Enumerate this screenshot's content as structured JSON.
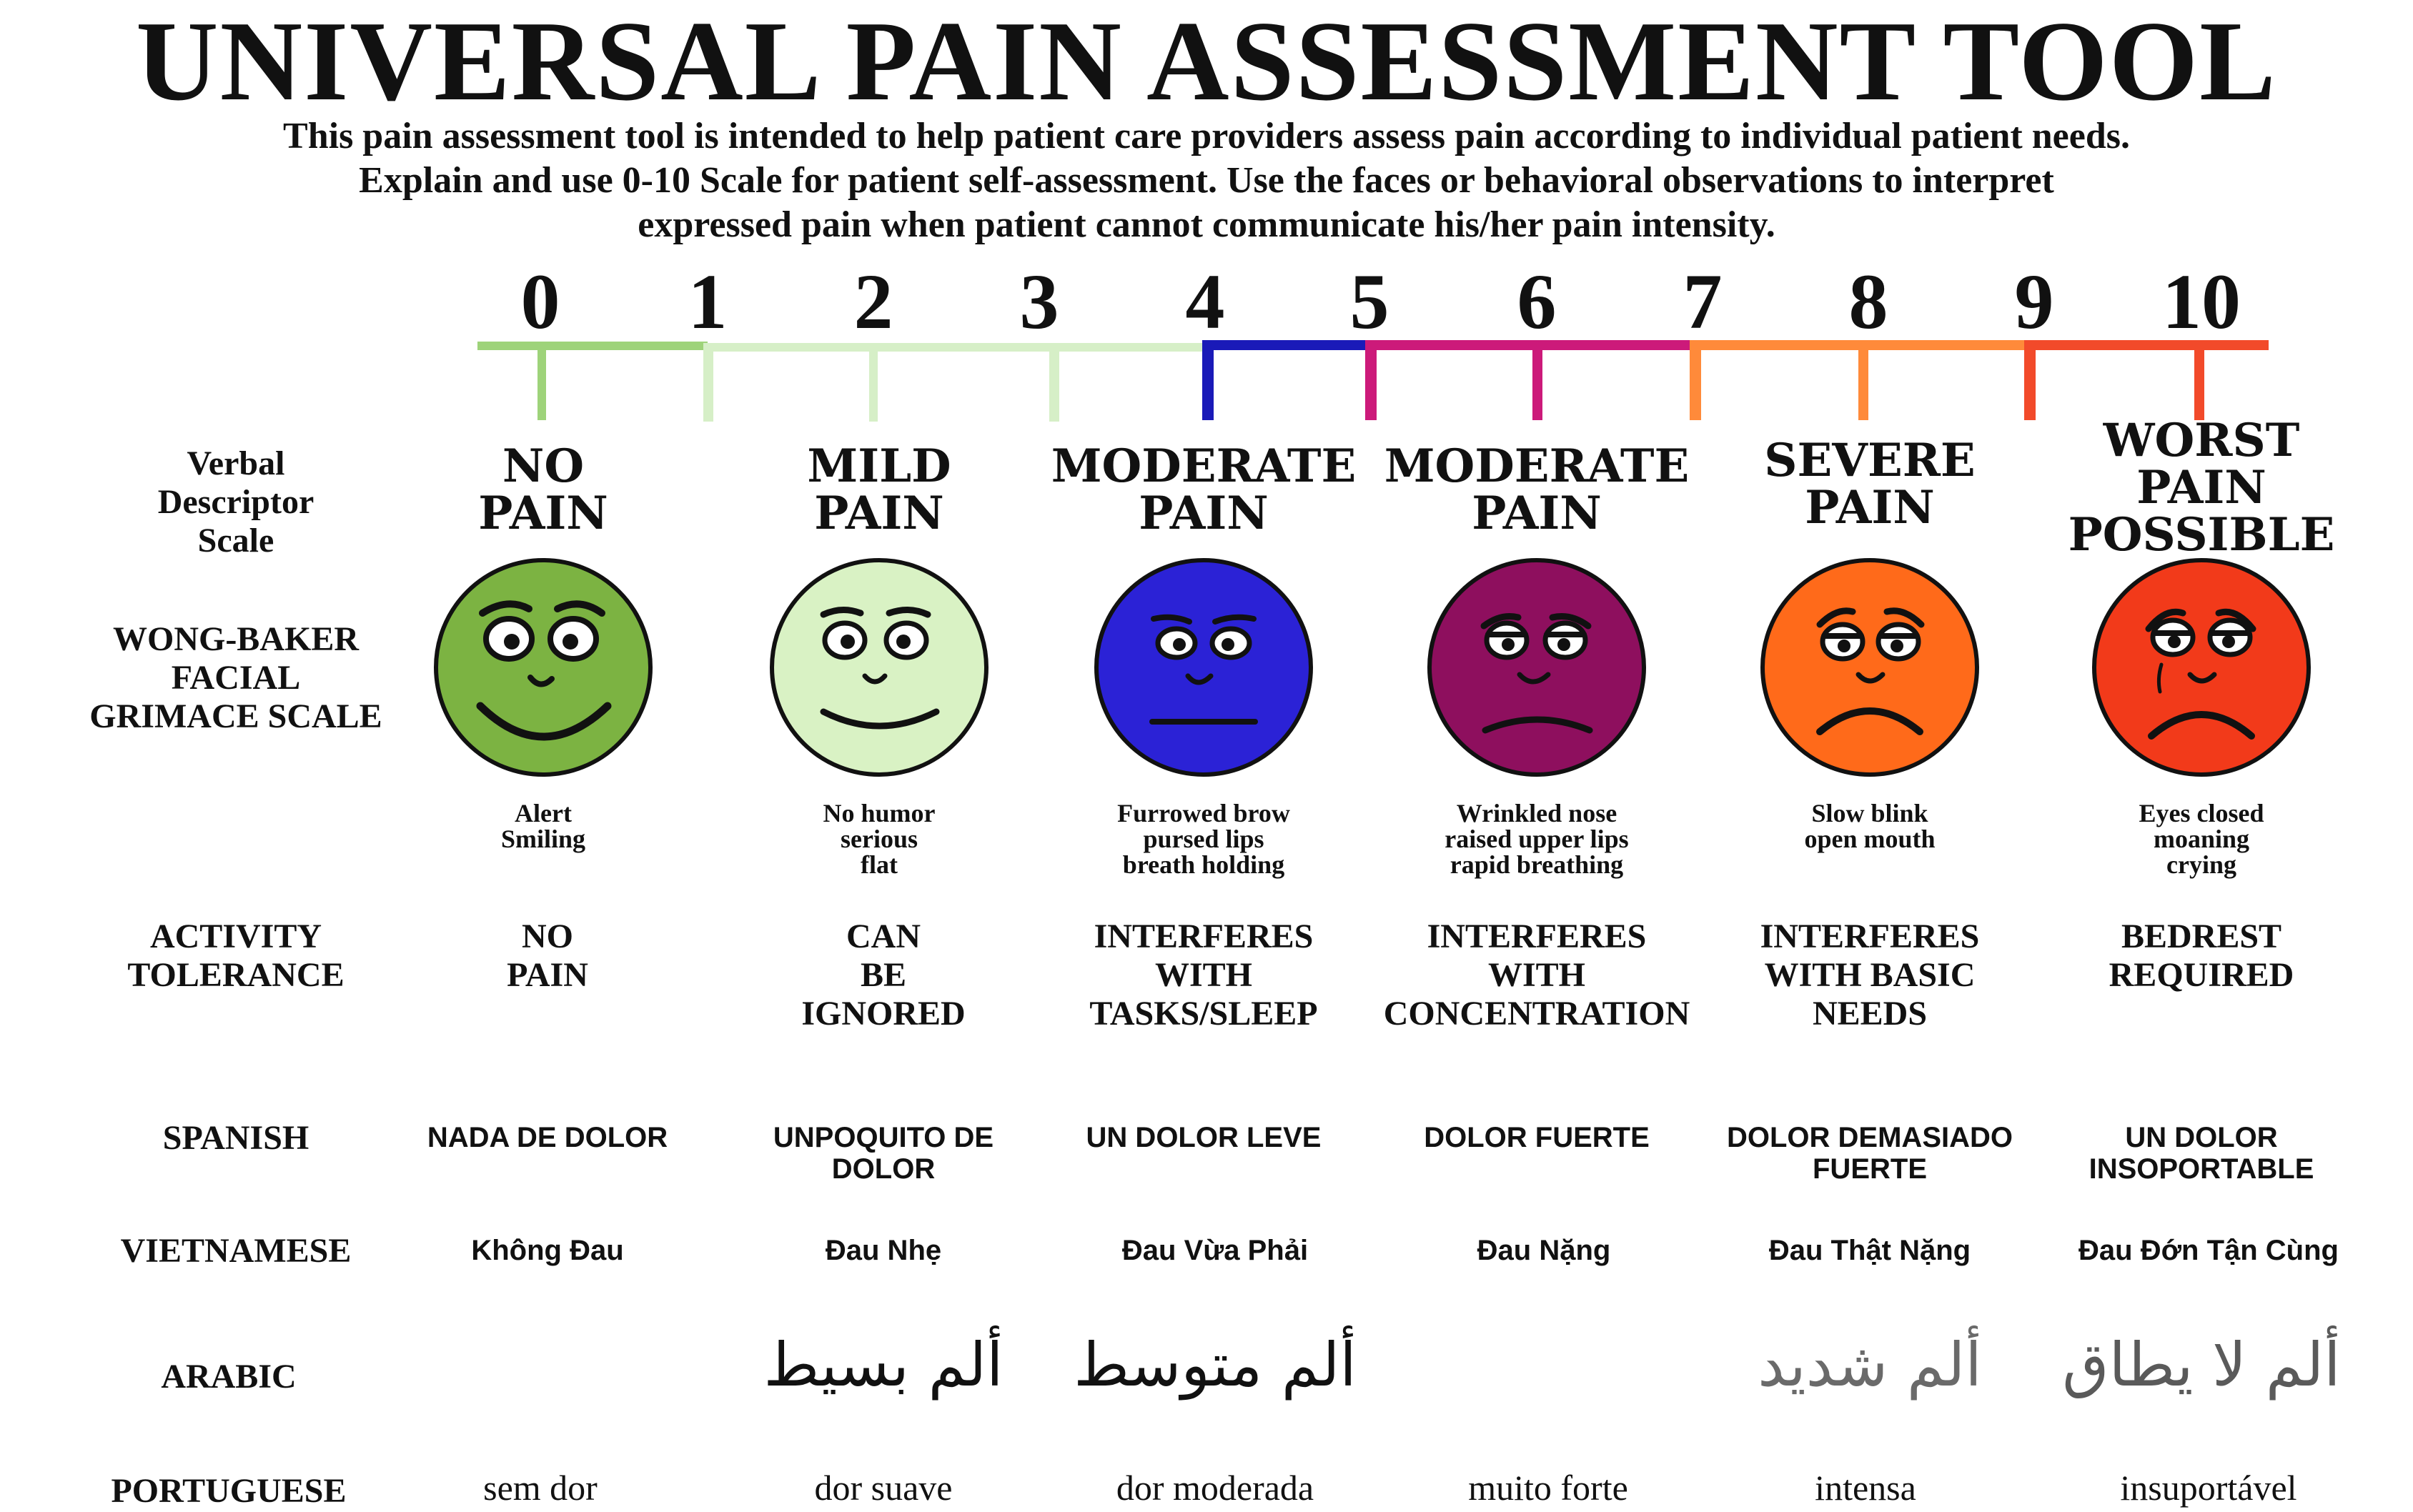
{
  "title": "UNIVERSAL PAIN ASSESSMENT TOOL",
  "intro": [
    "This pain assessment tool is intended to help patient care providers assess pain according to individual patient needs.",
    "Explain and use 0-10 Scale for patient self-assessment. Use the faces or behavioral observations to interpret",
    "expressed pain when patient cannot communicate his/her pain intensity."
  ],
  "scale_numbers": [
    "0",
    "1",
    "2",
    "3",
    "4",
    "5",
    "6",
    "7",
    "8",
    "9",
    "10"
  ],
  "row_labels": {
    "verbal": "Verbal Descriptor Scale",
    "wong_baker": "WONG-BAKER FACIAL GRIMACE SCALE",
    "activity": "ACTIVITY TOLERANCE",
    "spanish": "SPANISH",
    "vietnamese": "VIETNAMESE",
    "arabic": "ARABIC",
    "portuguese": "PORTUGUESE"
  },
  "columns": [
    {
      "descriptor": [
        "NO",
        "PAIN"
      ],
      "cues": [
        "Alert",
        "Smiling"
      ],
      "activity": [
        "NO",
        "PAIN"
      ],
      "spanish": "NADA DE DOLOR",
      "vietnamese": "Không Đau",
      "arabic": "",
      "portuguese": "sem dor",
      "face_color": "#7cb342",
      "expression": "big-smile"
    },
    {
      "descriptor": [
        "MILD",
        "PAIN"
      ],
      "cues": [
        "No humor",
        "serious",
        "flat"
      ],
      "activity": [
        "CAN",
        "BE",
        "IGNORED"
      ],
      "spanish": "UNPOQUITO DE DOLOR",
      "vietnamese": "Đau Nhẹ",
      "arabic": "ألم بسيط",
      "portuguese": "dor suave",
      "face_color": "#d9f2c4",
      "expression": "small-smile"
    },
    {
      "descriptor": [
        "MODERATE",
        "PAIN"
      ],
      "cues": [
        "Furrowed brow",
        "pursed lips",
        "breath holding"
      ],
      "activity": [
        "INTERFERES",
        "WITH",
        "TASKS/SLEEP"
      ],
      "spanish": "UN DOLOR LEVE",
      "vietnamese": "Đau Vừa Phải",
      "arabic": "ألم متوسط",
      "portuguese": "dor moderada",
      "face_color": "#2b22d6",
      "expression": "flat"
    },
    {
      "descriptor": [
        "MODERATE",
        "PAIN"
      ],
      "cues": [
        "Wrinkled nose",
        "raised upper lips",
        "rapid breathing"
      ],
      "activity": [
        "INTERFERES",
        "WITH",
        "CONCENTRATION"
      ],
      "spanish": "DOLOR FUERTE",
      "vietnamese": "Đau Nặng",
      "arabic": "",
      "portuguese": "muito forte",
      "face_color": "#8e0f5e",
      "expression": "frown"
    },
    {
      "descriptor": [
        "SEVERE",
        "PAIN"
      ],
      "cues": [
        "Slow blink",
        "open mouth"
      ],
      "activity": [
        "INTERFERES",
        "WITH BASIC",
        "NEEDS"
      ],
      "spanish": "DOLOR DEMASIADO FUERTE",
      "vietnamese": "Đau Thật Nặng",
      "arabic": "ألم شديد",
      "portuguese": "intensa",
      "face_color": "#ff6a1a",
      "expression": "big-frown"
    },
    {
      "descriptor": [
        "WORST",
        "PAIN",
        "POSSIBLE"
      ],
      "cues": [
        "Eyes closed",
        "moaning",
        "crying"
      ],
      "activity": [
        "BEDREST",
        "REQUIRED"
      ],
      "spanish": "UN DOLOR INSOPORTABLE",
      "vietnamese": "Đau Đớn Tận Cùng",
      "arabic": "ألم لا يطاق",
      "portuguese": "insuportável",
      "face_color": "#f23a1a",
      "expression": "crying"
    }
  ],
  "scale_colors": {
    "green": "#9ed37a",
    "light_green": "#d6efc7",
    "blue": "#1a1ab8",
    "magenta": "#cc1a7a",
    "orange": "#ff8a3a",
    "red": "#f24a2a"
  }
}
